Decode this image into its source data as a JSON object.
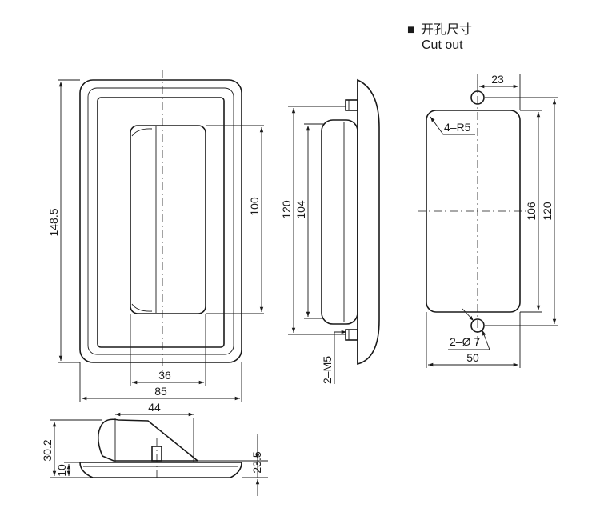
{
  "title": {
    "marker": "■",
    "chinese": "开孔尺寸",
    "english": "Cut out"
  },
  "front_view": {
    "height": "148.5",
    "inner_height": "100",
    "inner_width": "36",
    "width": "85"
  },
  "side_view": {
    "height": "120",
    "inner_height": "104",
    "thread": "2–M5"
  },
  "cutout_view": {
    "hole_spacing": "23",
    "corner_radius": "4–R5",
    "height": "106",
    "overall_height": "120",
    "hole": "2–Ø 7",
    "width": "50"
  },
  "bottom_view": {
    "width": "44",
    "height": "30.2",
    "base": "10",
    "overall": "23.5"
  }
}
